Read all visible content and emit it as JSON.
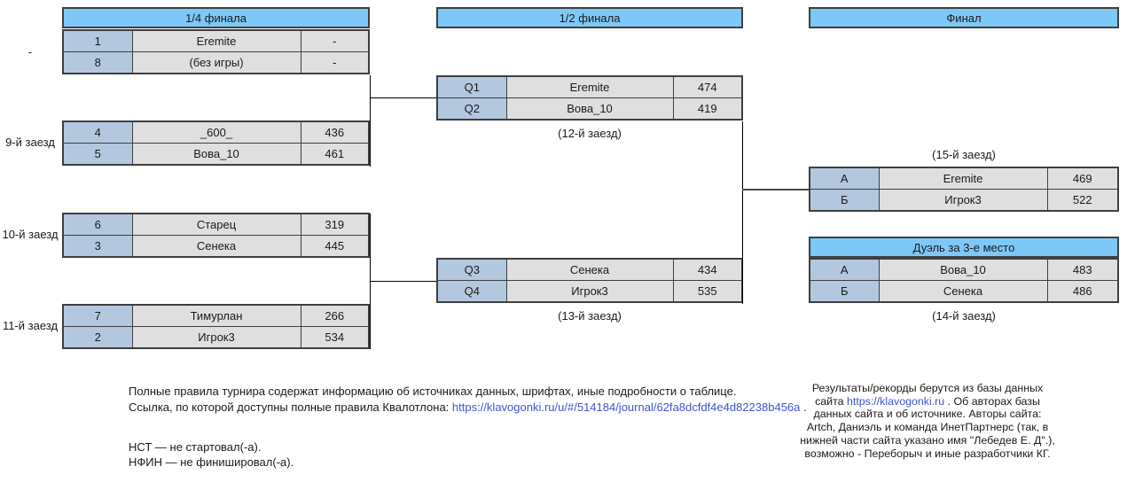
{
  "headers": {
    "qf": "1/4 финала",
    "sf": "1/2 финала",
    "final": "Финал"
  },
  "qf_blocks": [
    {
      "label": "-",
      "rows": [
        {
          "seed": "1",
          "name": "Eremite",
          "score": "-"
        },
        {
          "seed": "8",
          "name": "(без игры)",
          "score": "-"
        }
      ]
    },
    {
      "label": "9-й заезд",
      "rows": [
        {
          "seed": "4",
          "name": "_600_",
          "score": "436"
        },
        {
          "seed": "5",
          "name": "Вова_10",
          "score": "461"
        }
      ]
    },
    {
      "label": "10-й заезд",
      "rows": [
        {
          "seed": "6",
          "name": "Старец",
          "score": "319"
        },
        {
          "seed": "3",
          "name": "Сенека",
          "score": "445"
        }
      ]
    },
    {
      "label": "11-й заезд",
      "rows": [
        {
          "seed": "7",
          "name": "Тимурлан",
          "score": "266"
        },
        {
          "seed": "2",
          "name": "Игрок3",
          "score": "534"
        }
      ]
    }
  ],
  "sf_blocks": [
    {
      "caption": "(12-й заезд)",
      "rows": [
        {
          "seed": "Q1",
          "name": "Eremite",
          "score": "474"
        },
        {
          "seed": "Q2",
          "name": "Вова_10",
          "score": "419"
        }
      ]
    },
    {
      "caption": "(13-й заезд)",
      "rows": [
        {
          "seed": "Q3",
          "name": "Сенека",
          "score": "434"
        },
        {
          "seed": "Q4",
          "name": "Игрок3",
          "score": "535"
        }
      ]
    }
  ],
  "final_block": {
    "caption": "(15-й заезд)",
    "rows": [
      {
        "seed": "А",
        "name": "Eremite",
        "score": "469"
      },
      {
        "seed": "Б",
        "name": "Игрок3",
        "score": "522"
      }
    ]
  },
  "duel_block": {
    "title": "Дуэль за 3-е место",
    "caption": "(14-й заезд)",
    "rows": [
      {
        "seed": "А",
        "name": "Вова_10",
        "score": "483"
      },
      {
        "seed": "Б",
        "name": "Сенека",
        "score": "486"
      }
    ]
  },
  "footnotes": {
    "left_line1": "Полные правила турнира содержат информацию об источниках данных, шрифтах, иные подробности о таблице.",
    "left_line2_prefix": "Ссылка, по которой доступны полные правила Квалотлона: ",
    "left_link": "https://klavogonki.ru/u/#/514184/journal/62fa8dcfdf4e4d82238b456a",
    "left_line2_suffix": " .",
    "nst": "НСТ — не стартовал(-а).",
    "nfin": "НФИН — не финишировал(-а).",
    "right_part1": "Результаты/рекорды берутся из базы данных сайта ",
    "right_link": "https://klavogonki.ru",
    "right_part2": " . Об авторах базы данных сайта и об источнике. Авторы сайта: Artch, Даниэль и команда ИнетПартнерс (так, в нижней части сайта указано имя \"Лебедев Е. Д\".), возможно - Переборыч и иные разработчики КГ."
  },
  "colors": {
    "header_blue": "#7ec8f7",
    "seed_blue": "#b3c7df",
    "cell_gray": "#dfdfdf",
    "border_dark": "#3f3f3f",
    "link_blue": "#3a57d0"
  }
}
